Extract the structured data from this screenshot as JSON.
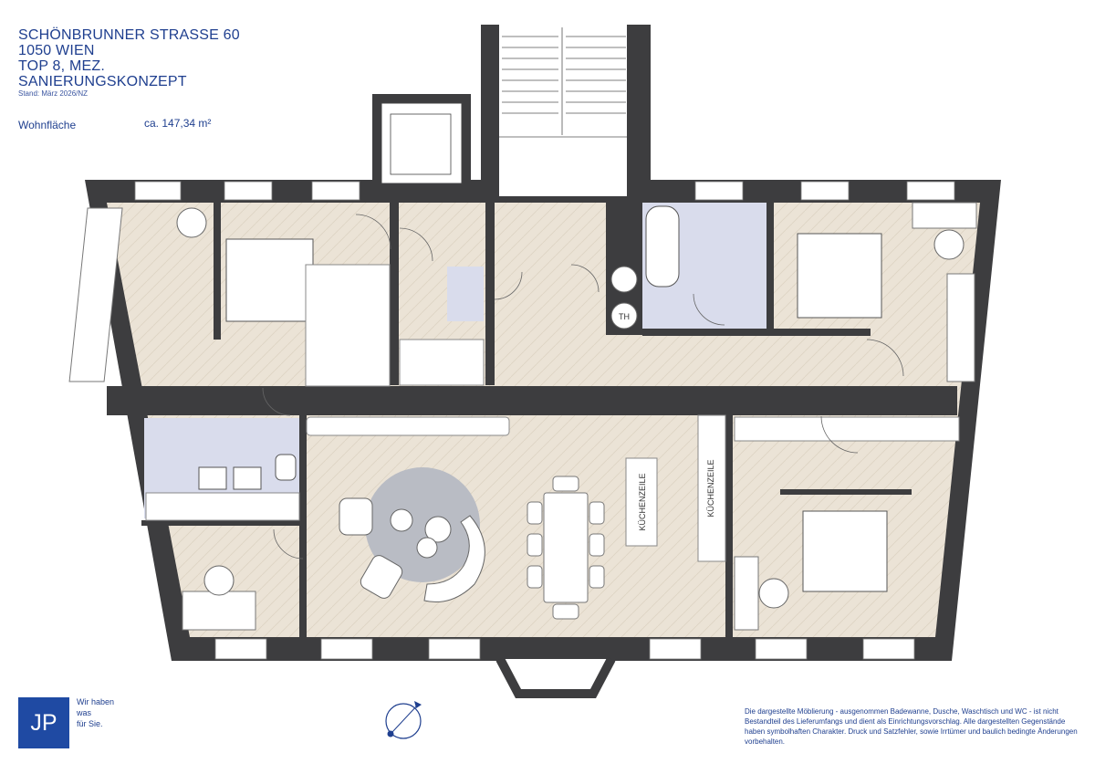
{
  "header": {
    "line1": "SCHÖNBRUNNER STRASSE 60",
    "line2": "1050 WIEN",
    "line3": "TOP 8, MEZ.",
    "line4": "SANIERUNGSKONZEPT",
    "stand": "Stand: März 2026/NZ"
  },
  "area": {
    "label": "Wohnfläche",
    "value": "ca. 147,34 m²"
  },
  "plan": {
    "labels": {
      "kitchen1": "KÜCHENZEILE",
      "kitchen2": "KÜCHENZEILE",
      "th": "TH"
    },
    "colors": {
      "wall": "#3d3d3f",
      "floor": "#ebe3d6",
      "wet": "#d9dcec",
      "rug": "#b9bcc4"
    }
  },
  "logo": {
    "text": "JP",
    "slogan1": "Wir haben",
    "slogan2": "was",
    "slogan3": "für Sie."
  },
  "compass_icon": "compass-icon",
  "disclaimer": "Die dargestellte Möblierung - ausgenommen Badewanne, Dusche, Waschtisch und WC - ist nicht Bestandteil des Lieferumfangs und dient als Einrichtungsvorschlag. Alle dargestellten Gegenstände haben symbolhaften Charakter. Druck und Satzfehler, sowie Irrtümer und baulich bedingte Änderungen vorbehalten."
}
